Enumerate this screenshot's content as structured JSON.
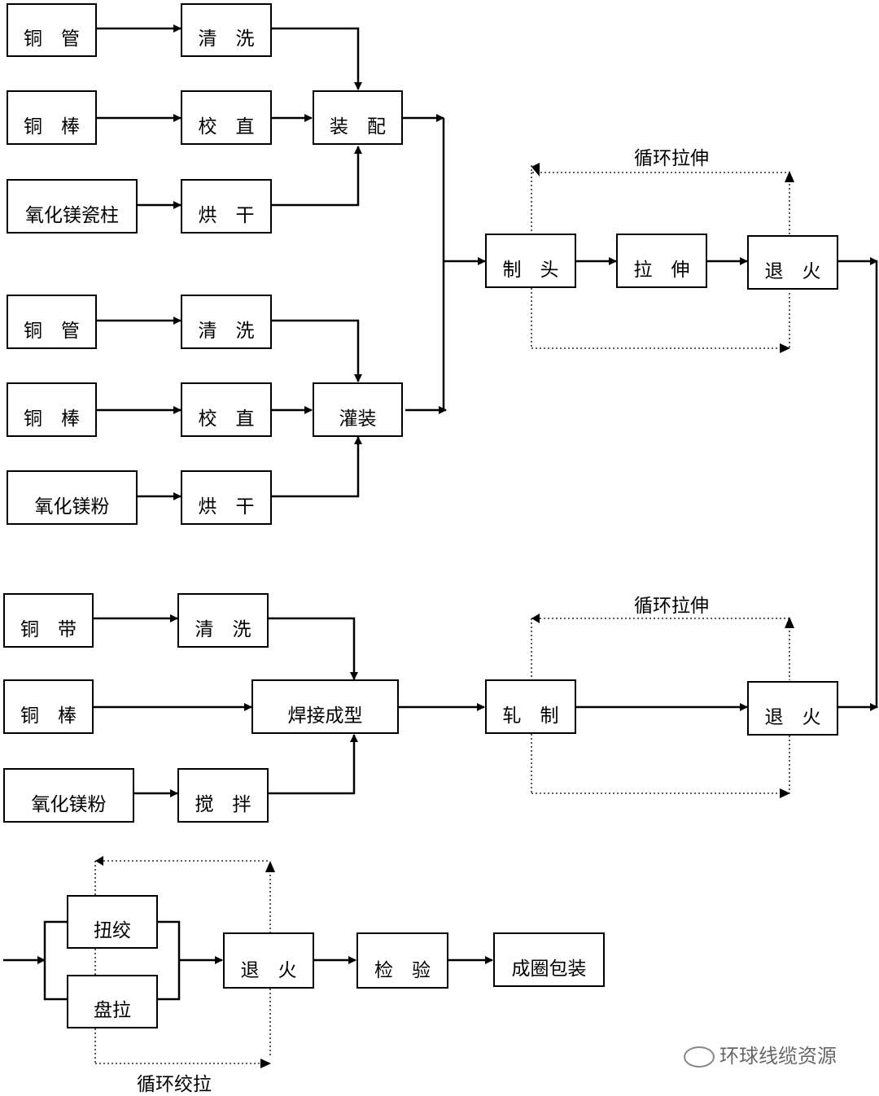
{
  "boxes": {
    "b1": "铜　管",
    "b2": "清　洗",
    "b3": "铜　棒",
    "b4": "校　直",
    "b5": "装　配",
    "b6": "氧化镁瓷柱",
    "b7": "烘　干",
    "b8": "铜　管",
    "b9": "清　洗",
    "b10": "铜　棒",
    "b11": "校　直",
    "b12": "灌装",
    "b13": "氧化镁粉",
    "b14": "烘　干",
    "b15": "制　头",
    "b16": "拉　伸",
    "b17": "退　火",
    "b18": "铜　带",
    "b19": "清　洗",
    "b20": "铜　棒",
    "b21": "焊接成型",
    "b22": "氧化镁粉",
    "b23": "搅　拌",
    "b24": "轧　制",
    "b25": "退　火",
    "b26": "扭绞",
    "b27": "盘拉",
    "b28": "退　火",
    "b29": "检　验",
    "b30": "成圈包装"
  },
  "labels": {
    "loop1": "循环拉伸",
    "loop2": "循环拉伸",
    "loop3": "循环绞拉"
  },
  "watermark": "环球线缆资源"
}
